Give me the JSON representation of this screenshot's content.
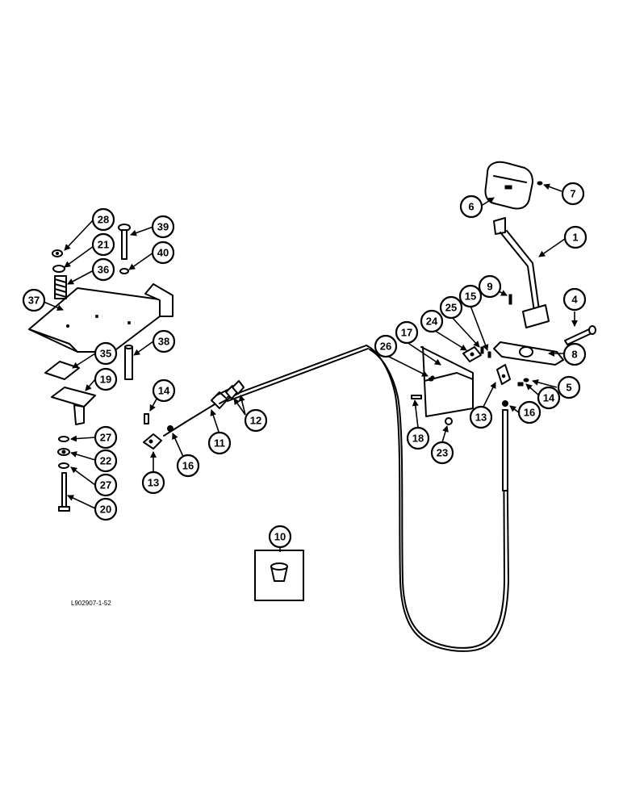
{
  "drawing_number": "L902907-1-52",
  "part_callouts": [
    "1",
    "4",
    "5",
    "6",
    "7",
    "8",
    "9",
    "10",
    "11",
    "12",
    "13",
    "13",
    "14",
    "14",
    "15",
    "16",
    "16",
    "17",
    "18",
    "19",
    "20",
    "21",
    "22",
    "23",
    "24",
    "25",
    "26",
    "27",
    "27",
    "28",
    "35",
    "36",
    "37",
    "38",
    "39",
    "40"
  ]
}
